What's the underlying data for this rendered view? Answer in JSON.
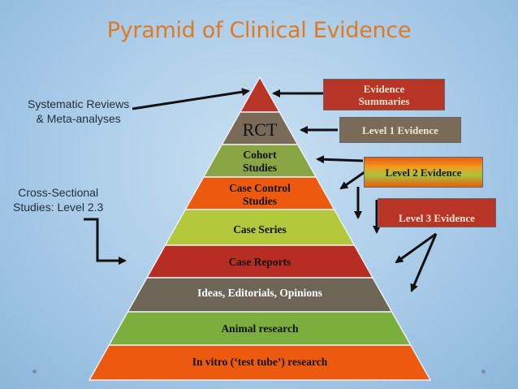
{
  "title": "Pyramid of Clinical Evidence",
  "side_notes": {
    "systematic_reviews_line1": "Systematic Reviews",
    "systematic_reviews_line2": "& Meta-analyses",
    "cross_sectional_line1": "Cross-Sectional",
    "cross_sectional_line2": "Studies: Level 2.3"
  },
  "tags": {
    "evidence_summaries_line1": "Evidence",
    "evidence_summaries_line2": "Summaries",
    "level1": "Level 1 Evidence",
    "level2": "Level 2 Evidence",
    "level3": "Level 3 Evidence"
  },
  "tiers": [
    {
      "line1": "",
      "line2": "",
      "color": "#b83426"
    },
    {
      "line1": "RCT",
      "line2": "",
      "color": "#7a6b58"
    },
    {
      "line1": "Cohort",
      "line2": "Studies",
      "color": "#8aa644"
    },
    {
      "line1": "Case Control",
      "line2": "Studies",
      "color": "#ec5a10"
    },
    {
      "line1": "Case Series",
      "line2": "",
      "color": "#b4c83c"
    },
    {
      "line1": "Case Reports",
      "line2": "",
      "color": "#b72d24"
    },
    {
      "line1": "Ideas, Editorials, Opinions",
      "line2": "",
      "color": "#6d6656"
    },
    {
      "line1": "Animal research",
      "line2": "",
      "color": "#7bae3c"
    },
    {
      "line1": "In vitro (‘test tube’) research",
      "line2": "",
      "color": "#ec5a10"
    }
  ],
  "colors": {
    "title": "#e07a22",
    "evidence_summaries_tag": "#b83426",
    "level1_tag": "#7a6b58",
    "level2_tag_top": "#e85d10",
    "level2_tag_mid": "#a8c43c",
    "level3_tag": "#b83426",
    "arrow": "#111111"
  }
}
